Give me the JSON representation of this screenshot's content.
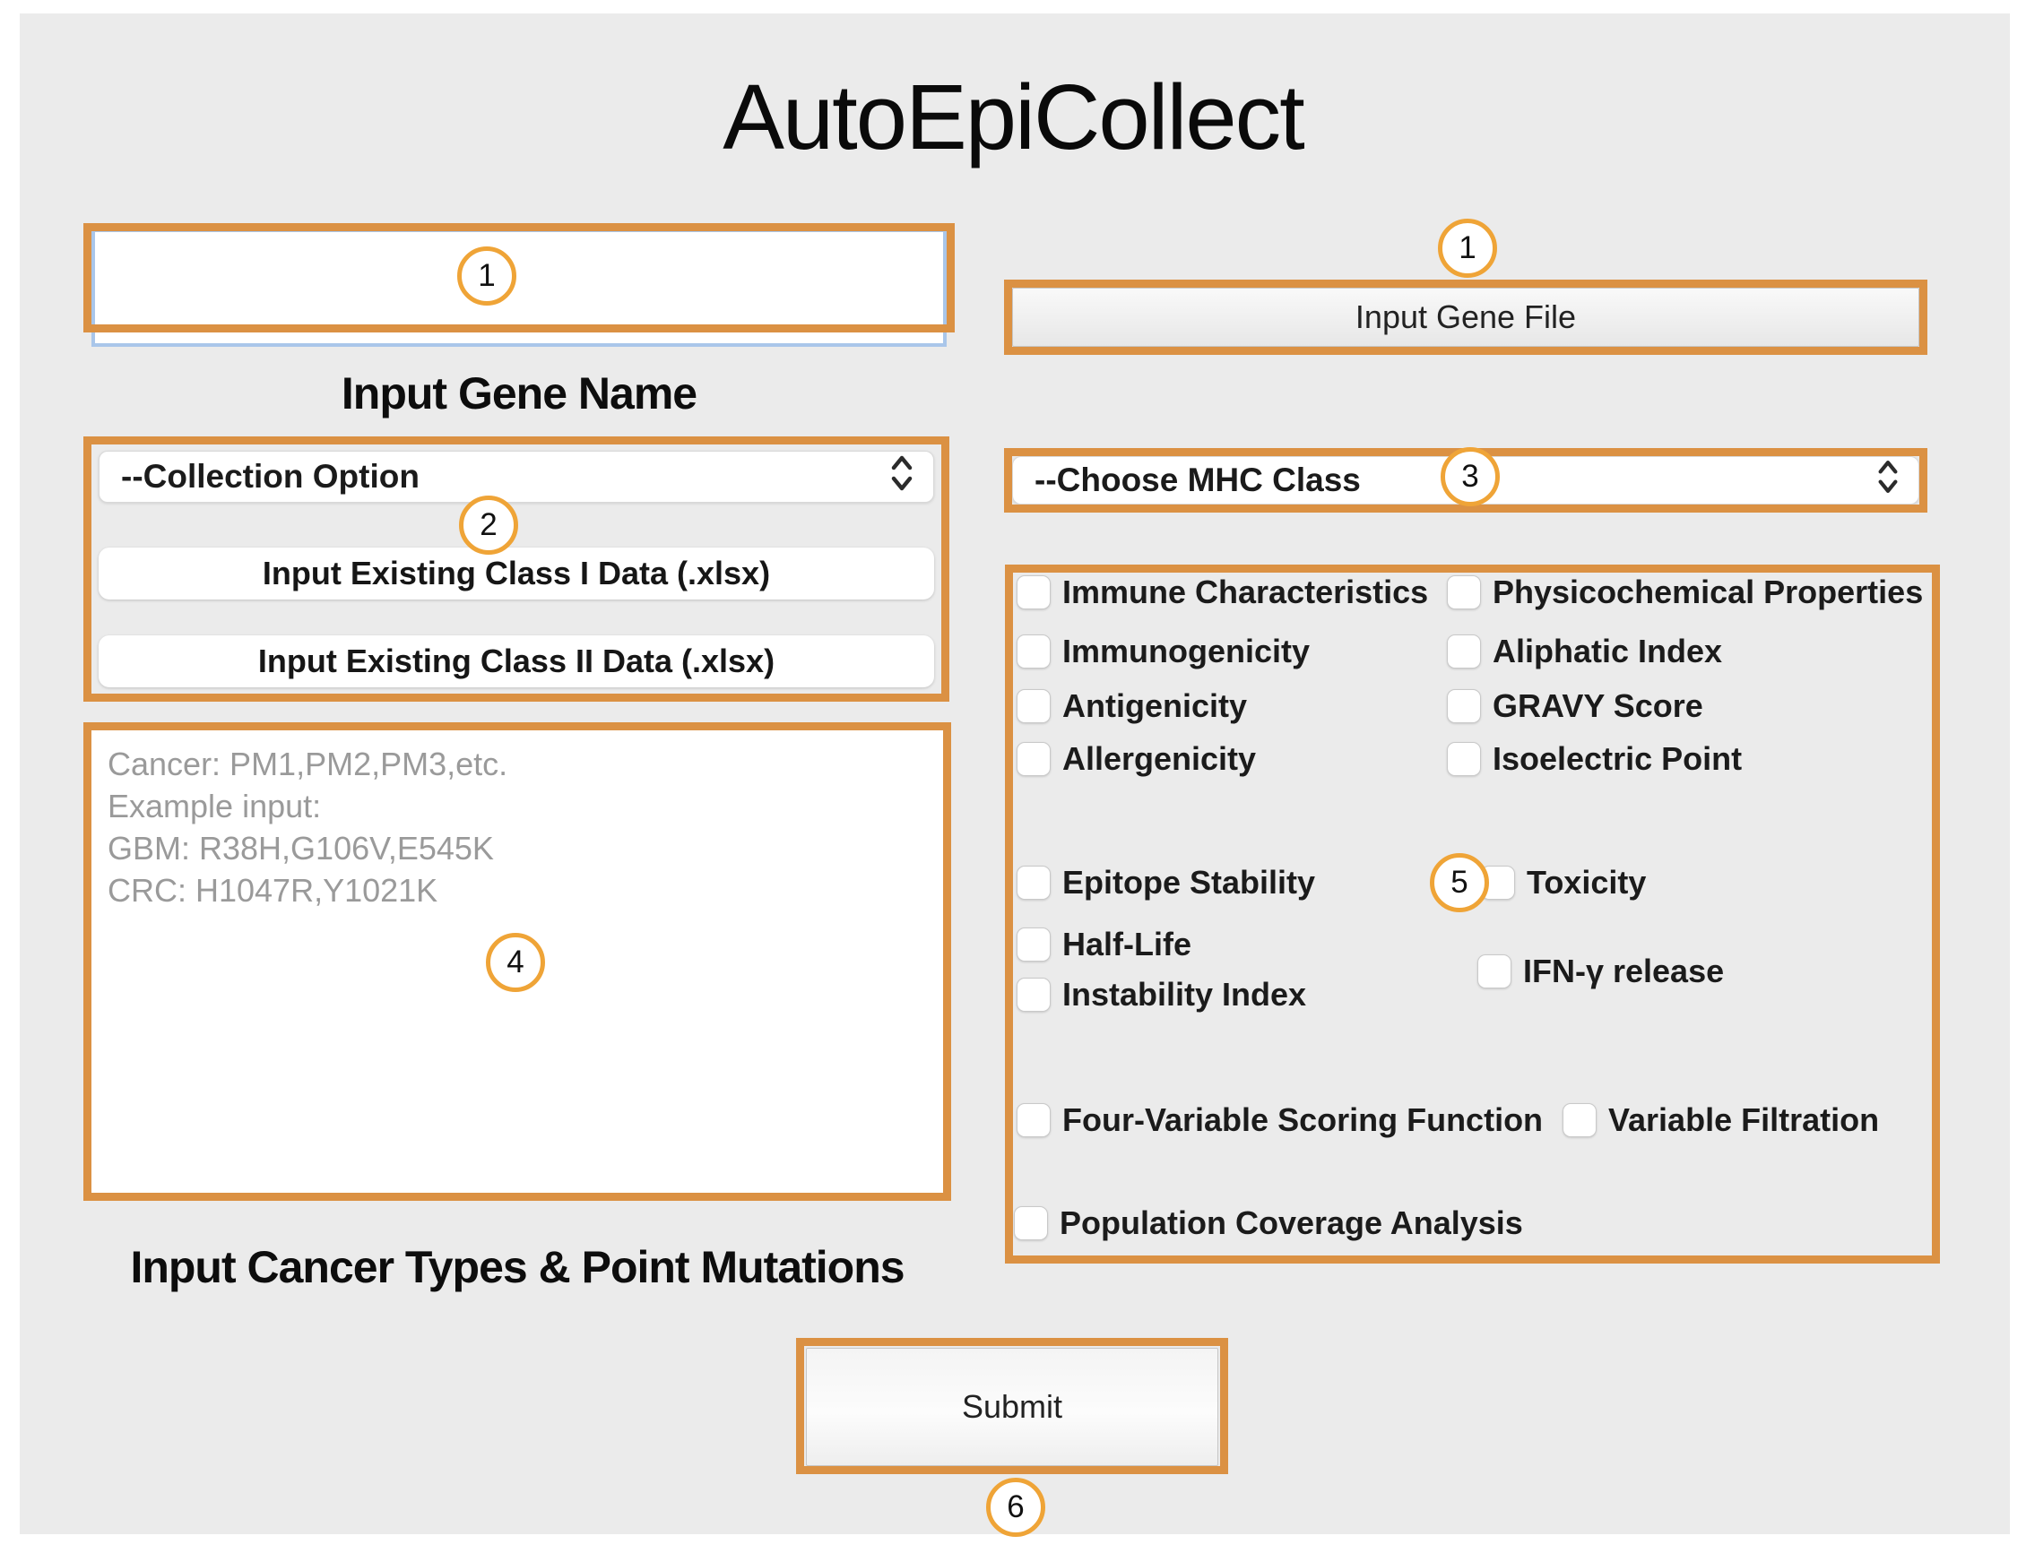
{
  "title": "AutoEpiCollect",
  "annotations": {
    "box_color": "#DB9143",
    "badge_ring_color": "#EFA437",
    "badges": [
      "1",
      "1",
      "2",
      "3",
      "4",
      "5",
      "6"
    ]
  },
  "icons": {
    "select_chevron_glyph": "⌃⌄"
  },
  "left": {
    "gene_name_input": {
      "value": "",
      "label": "Input Gene Name"
    },
    "collection": {
      "dropdown_value": "--Collection Option",
      "class1_button": "Input Existing Class I Data (.xlsx)",
      "class2_button": "Input Existing Class II Data (.xlsx)"
    },
    "mutations": {
      "placeholder": "Cancer: PM1,PM2,PM3,etc.\nExample input:\nGBM: R38H,G106V,E545K\nCRC: H1047R,Y1021K",
      "label": "Input Cancer Types & Point Mutations"
    }
  },
  "right": {
    "gene_file_button": {
      "label": "Input Gene File"
    },
    "mhc_dropdown": {
      "value": "--Choose MHC Class"
    },
    "options": {
      "items": [
        {
          "label": "Immune Characteristics",
          "checked": false
        },
        {
          "label": "Physicochemical Properties",
          "checked": false
        },
        {
          "label": "Immunogenicity",
          "checked": false
        },
        {
          "label": "Aliphatic Index",
          "checked": false
        },
        {
          "label": "Antigenicity",
          "checked": false
        },
        {
          "label": "GRAVY Score",
          "checked": false
        },
        {
          "label": "Allergenicity",
          "checked": false
        },
        {
          "label": "Isoelectric Point",
          "checked": false
        },
        {
          "label": "Epitope Stability",
          "checked": false
        },
        {
          "label": "Toxicity",
          "checked": false
        },
        {
          "label": "Half-Life",
          "checked": false
        },
        {
          "label": "IFN-γ release",
          "checked": false
        },
        {
          "label": "Instability Index",
          "checked": false
        },
        {
          "label": "Four-Variable Scoring Function",
          "checked": false
        },
        {
          "label": "Variable Filtration",
          "checked": false
        },
        {
          "label": "Population Coverage Analysis",
          "checked": false
        }
      ]
    }
  },
  "submit": {
    "label": "Submit"
  }
}
